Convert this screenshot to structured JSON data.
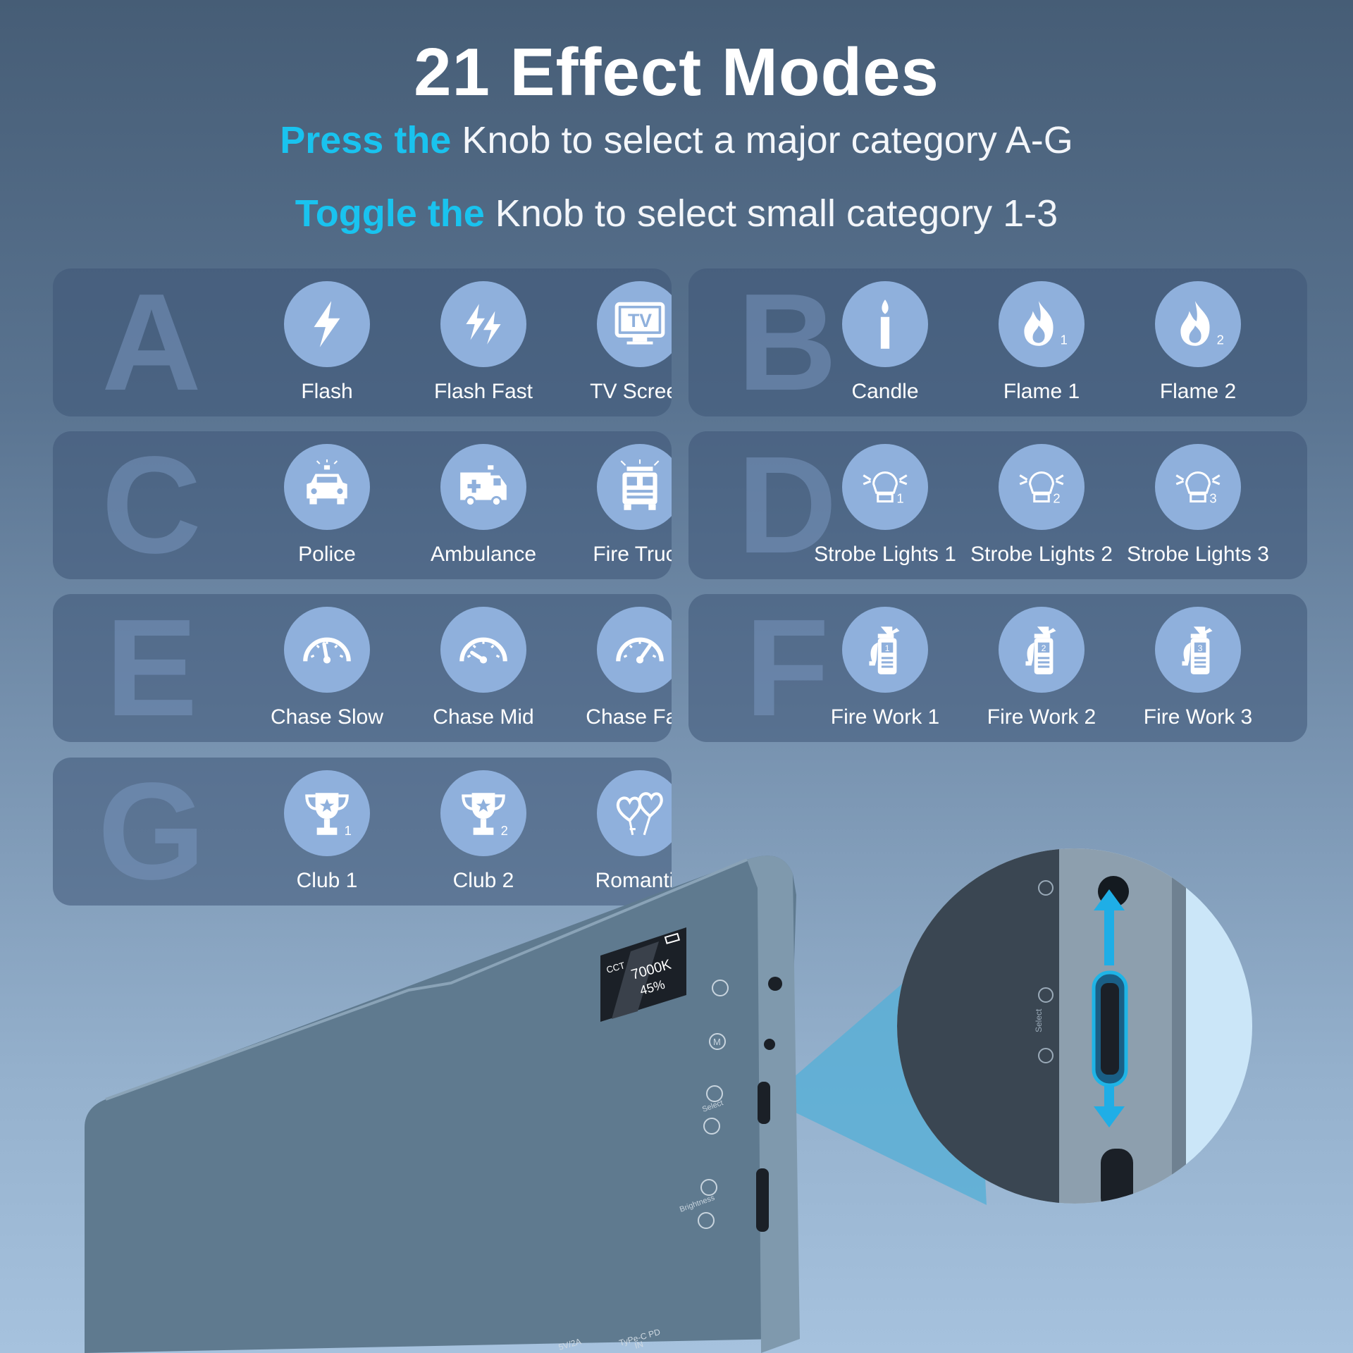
{
  "header": {
    "title": "21 Effect Modes",
    "line1_highlight": "Press the",
    "line1_rest": "Knob to select a major category A-G",
    "line2_highlight": "Toggle the",
    "line2_rest": "Knob to select small category 1-3"
  },
  "categories": [
    {
      "letter": "A",
      "items": [
        {
          "label": "Flash",
          "icon": "lightning-icon"
        },
        {
          "label": "Flash Fast",
          "icon": "double-lightning-icon"
        },
        {
          "label": "TV Screen",
          "icon": "tv-icon"
        }
      ]
    },
    {
      "letter": "B",
      "items": [
        {
          "label": "Candle",
          "icon": "candle-icon"
        },
        {
          "label": "Flame 1",
          "icon": "flame-icon"
        },
        {
          "label": "Flame 2",
          "icon": "flame-icon"
        }
      ]
    },
    {
      "letter": "C",
      "items": [
        {
          "label": "Police",
          "icon": "police-car-icon"
        },
        {
          "label": "Ambulance",
          "icon": "ambulance-icon"
        },
        {
          "label": "Fire Truck",
          "icon": "fire-truck-icon"
        }
      ]
    },
    {
      "letter": "D",
      "items": [
        {
          "label": "Strobe Lights 1",
          "icon": "strobe-light-icon"
        },
        {
          "label": "Strobe Lights 2",
          "icon": "strobe-light-icon"
        },
        {
          "label": "Strobe Lights 3",
          "icon": "strobe-light-icon"
        }
      ]
    },
    {
      "letter": "E",
      "items": [
        {
          "label": "Chase Slow",
          "icon": "speedometer-icon"
        },
        {
          "label": "Chase Mid",
          "icon": "speedometer-icon"
        },
        {
          "label": "Chase Fast",
          "icon": "speedometer-icon"
        }
      ]
    },
    {
      "letter": "F",
      "items": [
        {
          "label": "Fire Work 1",
          "icon": "extinguisher-icon"
        },
        {
          "label": "Fire Work 2",
          "icon": "extinguisher-icon"
        },
        {
          "label": "Fire Work 3",
          "icon": "extinguisher-icon"
        }
      ]
    },
    {
      "letter": "G",
      "items": [
        {
          "label": "Club 1",
          "icon": "trophy-icon"
        },
        {
          "label": "Club 2",
          "icon": "trophy-icon"
        },
        {
          "label": "Romantic",
          "icon": "hearts-icon"
        }
      ]
    }
  ],
  "icon_numbers": {
    "flame1": "1",
    "flame2": "2",
    "strobe1": "1",
    "strobe2": "2",
    "strobe3": "3",
    "fw1": "1",
    "fw2": "2",
    "fw3": "3",
    "club1": "1",
    "club2": "2",
    "tv": "TV"
  },
  "device": {
    "screen_mode": "CCT",
    "screen_kelvin": "7000K",
    "screen_percent": "45%",
    "select_label": "Select",
    "brightness_label": "Brightness",
    "port_label": "TyPe-C PD",
    "port_sub": "IN",
    "power_label": "5V/2A",
    "zoom_select_label": "Select"
  },
  "colors": {
    "accent": "#19c3ef",
    "icon_circle": "#8fb0dc",
    "panel": "#3e5676"
  }
}
